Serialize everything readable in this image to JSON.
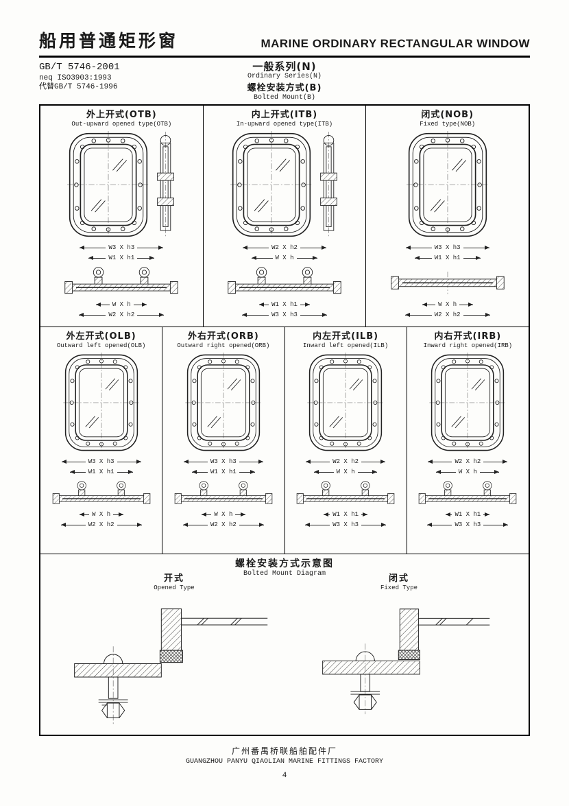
{
  "header": {
    "title_cn": "船用普通矩形窗",
    "title_en": "MARINE ORDINARY RECTANGULAR WINDOW",
    "standard_no": "GB/T 5746-2001",
    "equivalence": "neq ISO3903:1993",
    "replaces": "代替GB/T 5746-1996",
    "series_cn": "一般系列(N)",
    "series_en": "Ordinary Series(N)",
    "mount_cn": "螺栓安装方式(B)",
    "mount_en": "Bolted Mount(B)"
  },
  "panels": [
    {
      "id": "OTB",
      "title_cn": "外上开式(OTB)",
      "title_en": "Out-upward opened type(OTB)",
      "dims": [
        "W3 X h3",
        "W1 X h1",
        "W X h",
        "W2 X h2"
      ]
    },
    {
      "id": "ITB",
      "title_cn": "内上开式(ITB)",
      "title_en": "In-upward opened type(ITB)",
      "dims": [
        "W2 X h2",
        "W X h",
        "W1 X h1",
        "W3 X h3"
      ]
    },
    {
      "id": "NOB",
      "title_cn": "闭式(NOB)",
      "title_en": "Fixed type(NOB)",
      "dims": [
        "W3 X h3",
        "W1 X h1",
        "W X h",
        "W2 X h2"
      ]
    },
    {
      "id": "OLB",
      "title_cn": "外左开式(OLB)",
      "title_en": "Outward left opened(OLB)",
      "dims": [
        "W3 X h3",
        "W1 X h1",
        "W X h",
        "W2 X h2"
      ]
    },
    {
      "id": "ORB",
      "title_cn": "外右开式(ORB)",
      "title_en": "Outward right opened(ORB)",
      "dims": [
        "W3 X h3",
        "W1 X h1",
        "W X h",
        "W2 X h2"
      ]
    },
    {
      "id": "ILB",
      "title_cn": "内左开式(ILB)",
      "title_en": "Inward left opened(ILB)",
      "dims": [
        "W2 X h2",
        "W X h",
        "W1 X h1",
        "W3 X h3"
      ]
    },
    {
      "id": "IRB",
      "title_cn": "内右开式(IRB)",
      "title_en": "Inward right opened(IRB)",
      "dims": [
        "W2 X h2",
        "W X h",
        "W1 X h1",
        "W3 X h3"
      ]
    }
  ],
  "mount_diagram": {
    "title_cn": "螺栓安装方式示意图",
    "title_en": "Bolted Mount Diagram",
    "opened_label_cn": "开式",
    "opened_label_en": "Opened Type",
    "fixed_label_cn": "闭式",
    "fixed_label_en": "Fixed Type"
  },
  "footer": {
    "factory_cn": "广州番禺桥联船舶配件厂",
    "factory_en": "GUANGZHOU PANYU QIAOLIAN MARINE FITTINGS FACTORY",
    "page_number": "4"
  }
}
